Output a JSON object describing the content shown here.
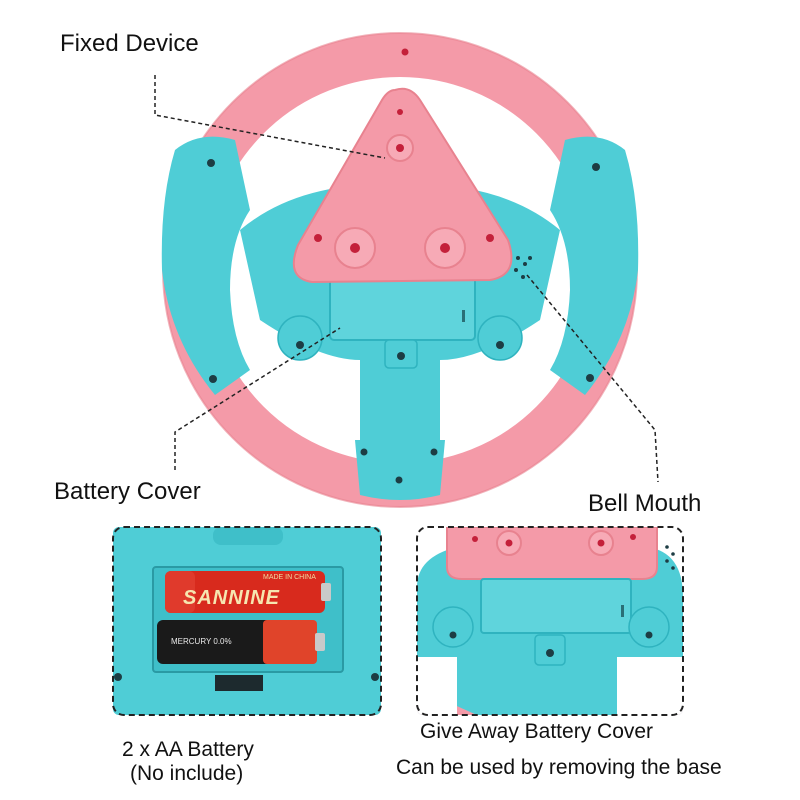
{
  "labels": {
    "fixed_device": "Fixed Device",
    "battery_cover": "Battery Cover",
    "bell_mouth": "Bell Mouth"
  },
  "battery_panel": {
    "caption_line1": "2 x AA Battery",
    "caption_line2": "(No include)",
    "battery_top_brand": "SANNINE",
    "battery_top_small": "MADE IN CHINA",
    "battery_bottom_small": "MERCURY 0.0%"
  },
  "cover_panel": {
    "caption_line1": "Give Away Battery Cover",
    "caption_line2": "Can be used by removing the base"
  },
  "colors": {
    "cyan": "#4fcdd6",
    "cyan_dark": "#2fb3bf",
    "pink": "#f49aa8",
    "pink_dark": "#e8828f",
    "red_dot": "#c4203a",
    "battery_red": "#d82a1d"
  }
}
